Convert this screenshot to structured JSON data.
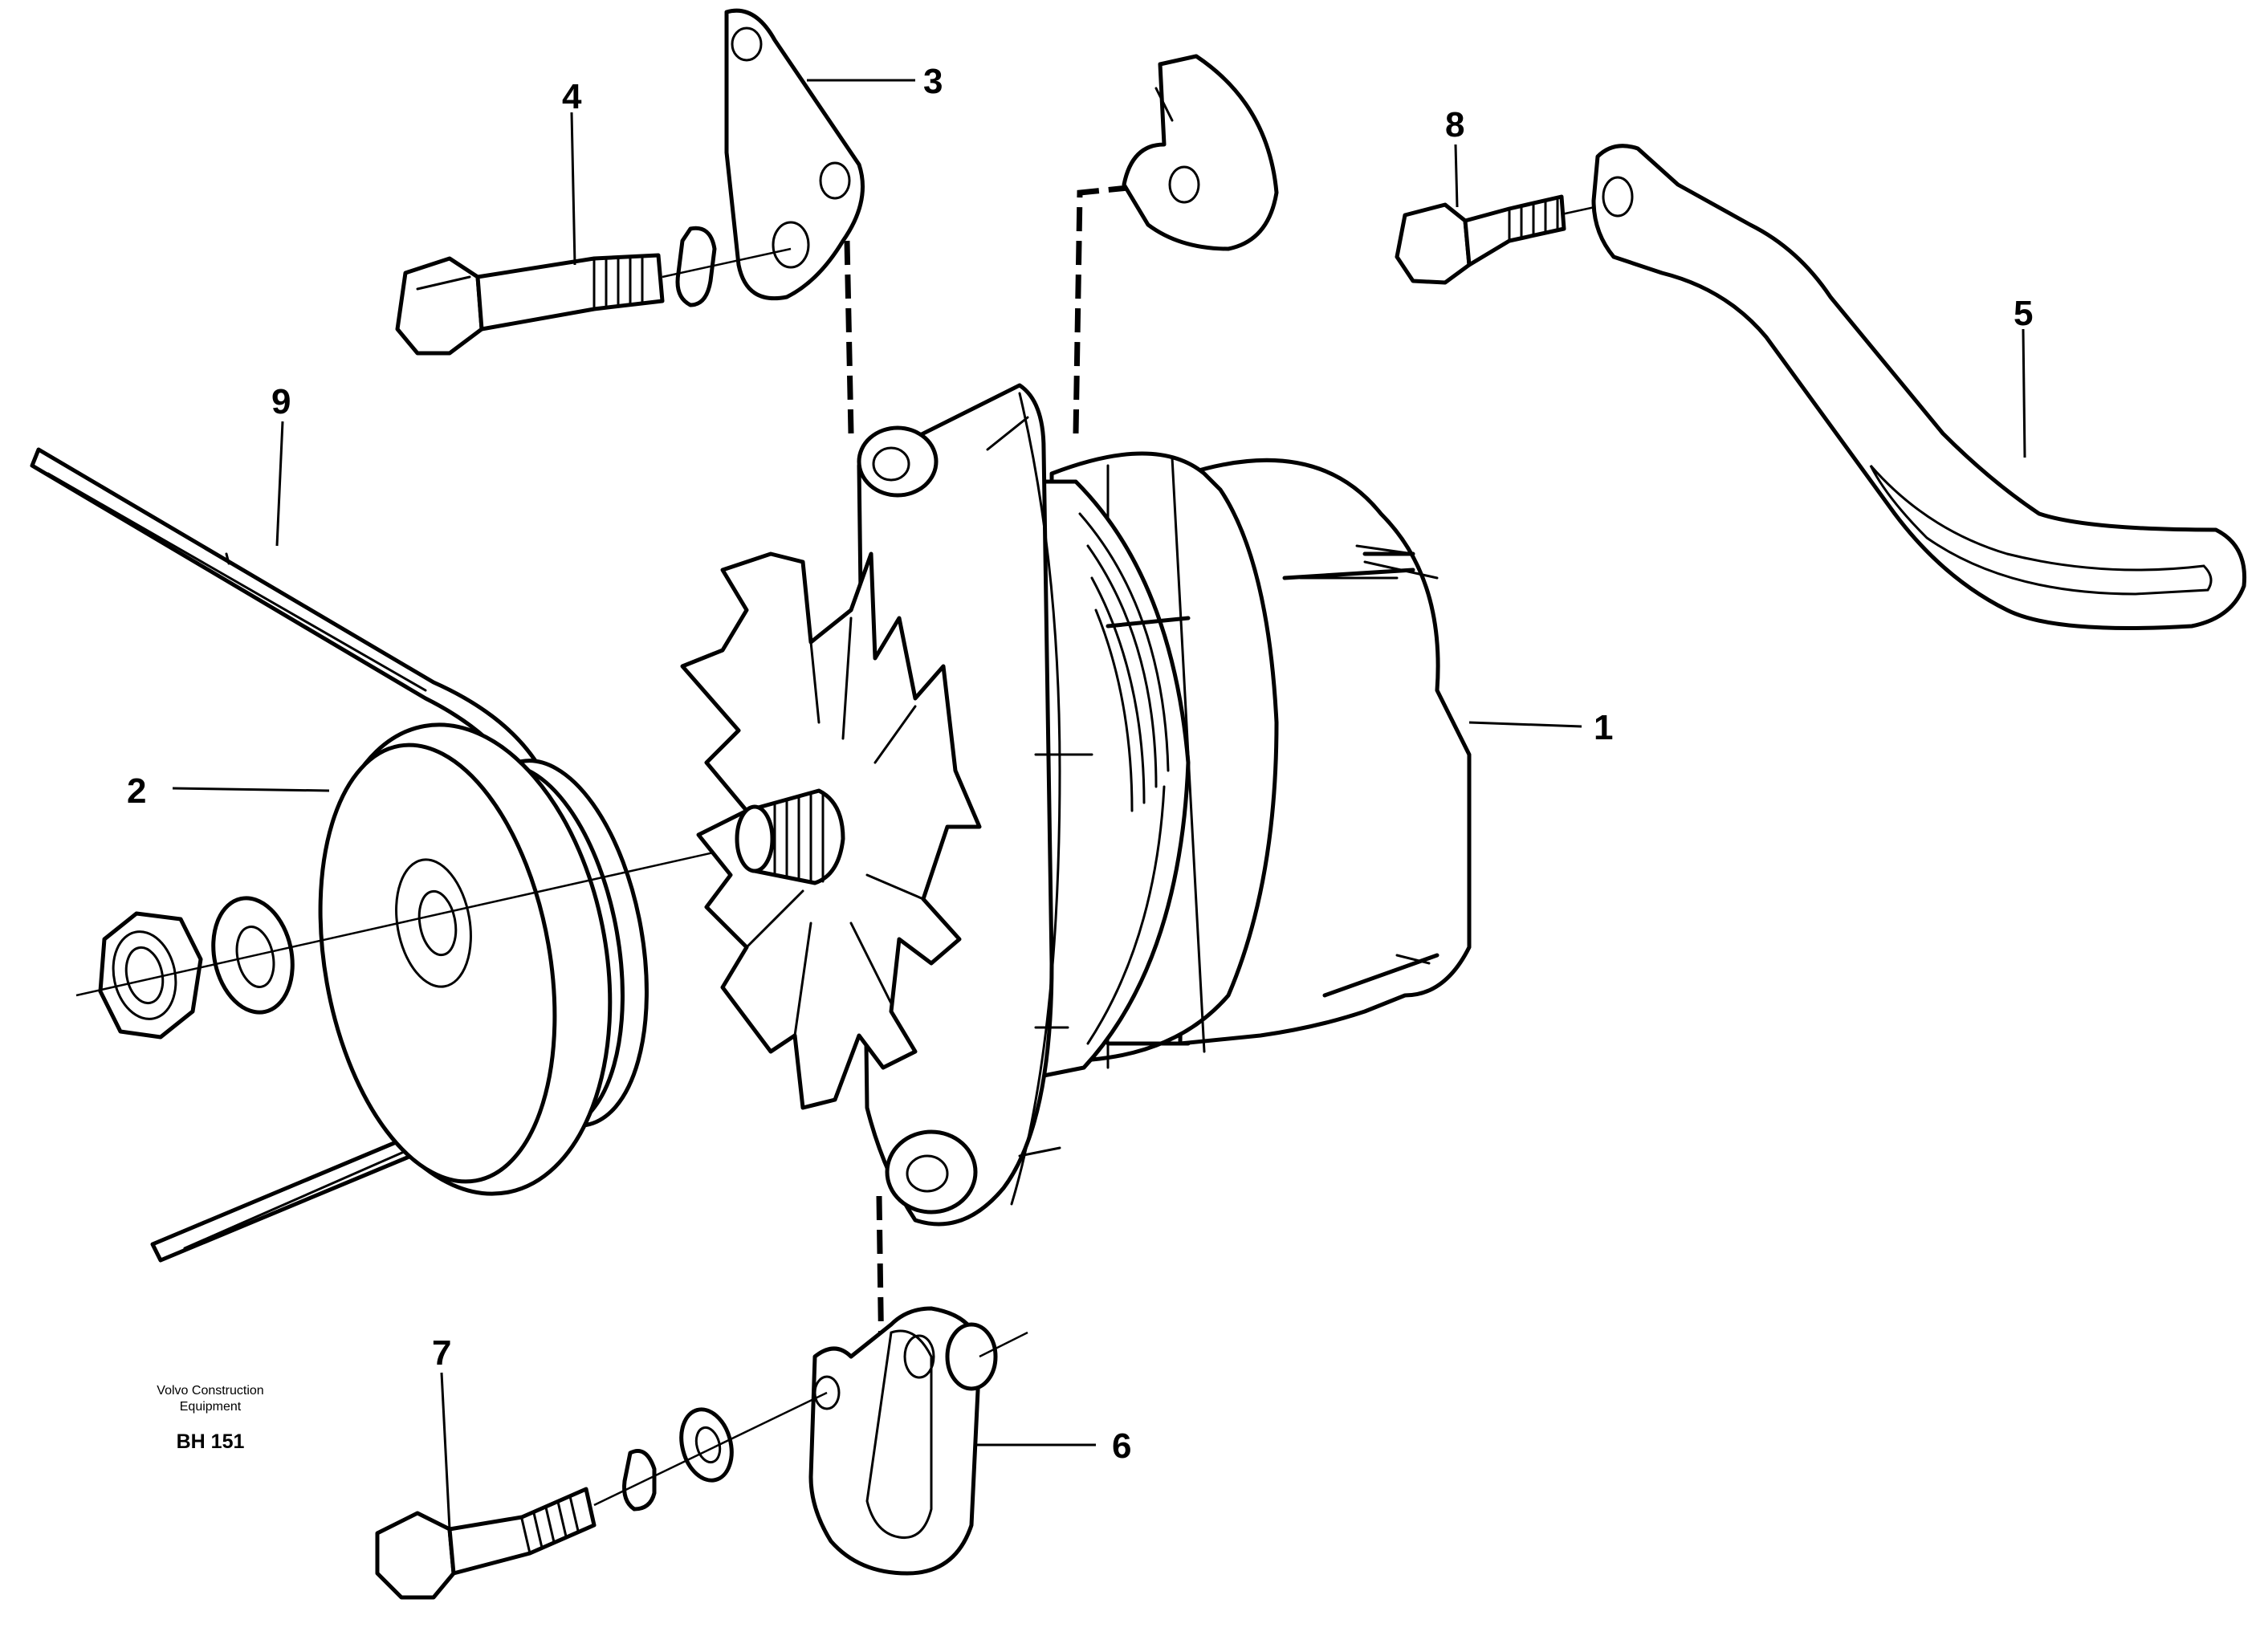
{
  "callouts": {
    "c1": "1",
    "c2": "2",
    "c3": "3",
    "c4": "4",
    "c5": "5",
    "c6": "6",
    "c7": "7",
    "c8": "8",
    "c9": "9"
  },
  "caption": {
    "line1": "Volvo Construction",
    "line2": "Equipment",
    "drawing_number": "BH 151"
  },
  "colors": {
    "ink": "#000000",
    "paper": "#ffffff"
  }
}
